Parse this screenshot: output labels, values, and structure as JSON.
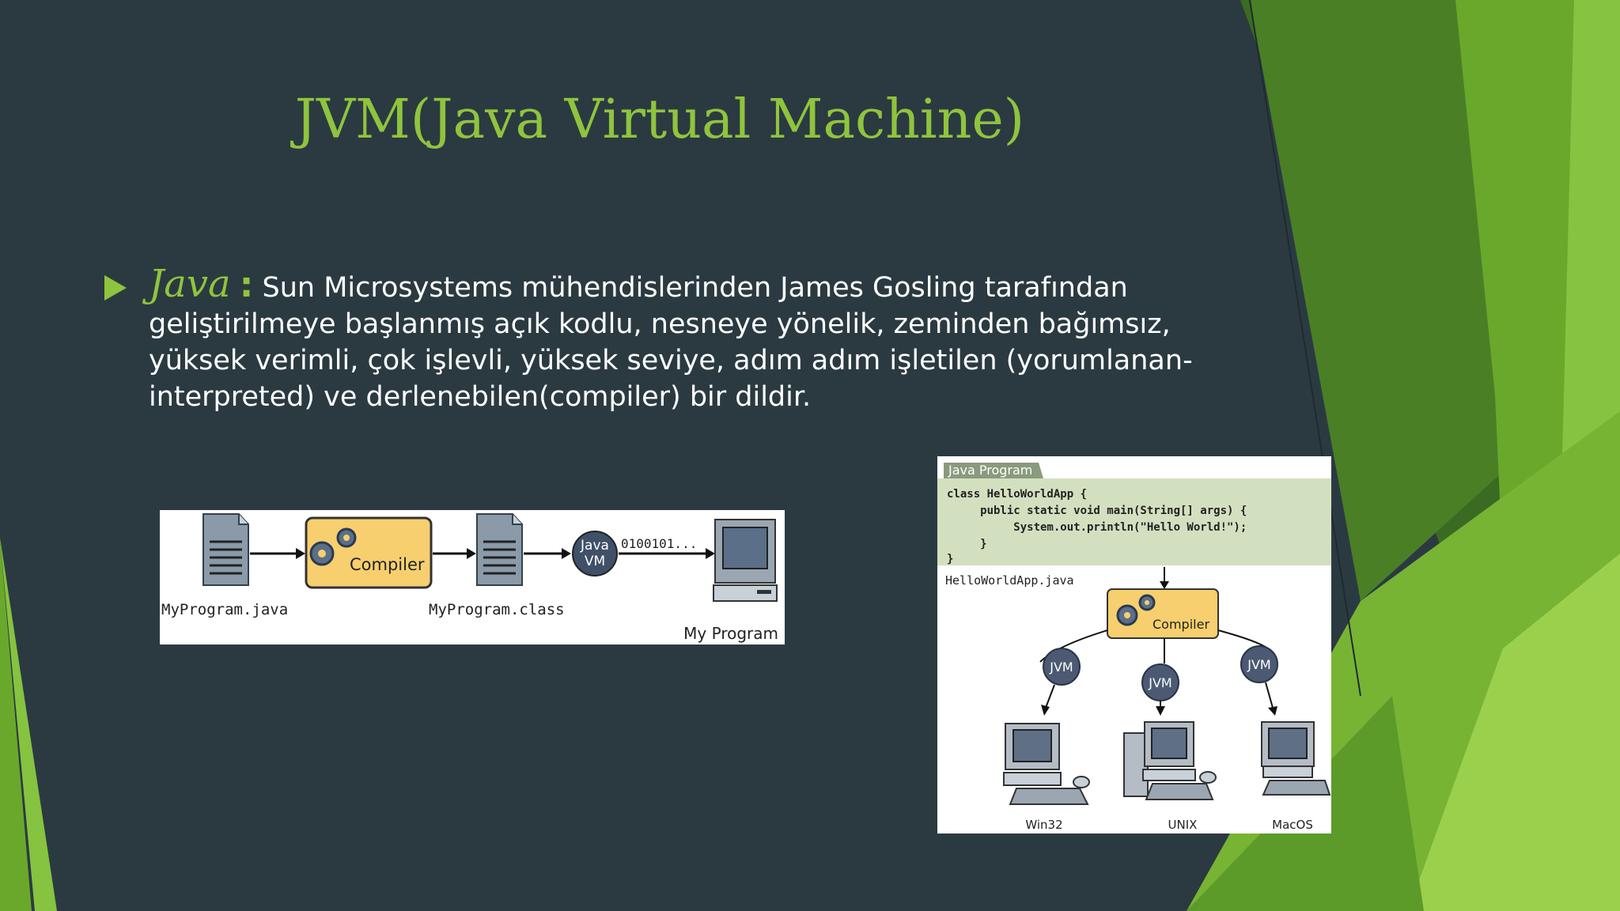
{
  "slide": {
    "title": "JVM(Java Virtual Machine)",
    "bullet_lead": "Java",
    "bullet_colon": ":",
    "bullet_text": "Sun Microsystems mühendislerinden James Gosling tarafından geliştirilmeye başlanmış açık kodlu, nesneye yönelik, zeminden bağımsız, yüksek verimli, çok işlevli, yüksek seviye, adım adım işletilen (yorumlanan-interpreted) ve derlenebilen(compiler) bir dildir."
  },
  "diagram1": {
    "source_file": "MyProgram.java",
    "compiler": "Compiler",
    "class_file": "MyProgram.class",
    "vm_line1": "Java",
    "vm_line2": "VM",
    "binary": "0100101...",
    "output": "My Program"
  },
  "diagram2": {
    "tab": "Java Program",
    "code": [
      "class HelloWorldApp {",
      "     public static void main(String[] args) {",
      "          System.out.println(\"Hello World!\");",
      "     }",
      "}"
    ],
    "file": "HelloWorldApp.java",
    "compiler": "Compiler",
    "jvm": "JVM",
    "platforms": [
      "Win32",
      "UNIX",
      "MacOS"
    ]
  },
  "colors": {
    "background": "#2b3a41",
    "accent": "#8fc43e",
    "compiler_fill": "#f7cf6f",
    "code_panel": "#d3e0c0"
  }
}
